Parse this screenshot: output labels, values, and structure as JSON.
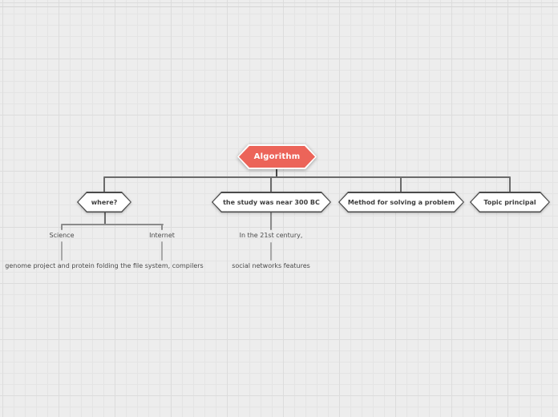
{
  "colors": {
    "canvas_bg": "#ededed",
    "grid_minor": "#e4e4e4",
    "grid_major": "#dcdcdc",
    "root_fill": "#ec6459",
    "root_text": "#ffffff",
    "node_fill": "#ffffff",
    "node_border": "#4b4b4b",
    "node_text": "#3e3e3e",
    "connector": "#6b6b6b",
    "connector_light": "#a8a8a8",
    "label_text": "#4a4a4a"
  },
  "mindmap": {
    "root": {
      "label": "Algorithm"
    },
    "level1": [
      {
        "label": "where?"
      },
      {
        "label": "the study was near 300 BC"
      },
      {
        "label": "Method for solving a problem"
      },
      {
        "label": "Topic principal"
      }
    ],
    "level2": [
      {
        "label": "Science",
        "parent": "where?"
      },
      {
        "label": "Internet",
        "parent": "where?"
      },
      {
        "label": "In the 21st century,",
        "parent": "the study was near 300 BC"
      }
    ],
    "level3": [
      {
        "label": "genome project and protein folding",
        "parent": "Science"
      },
      {
        "label": "the file system, compilers",
        "parent": "Internet"
      },
      {
        "label": "social networks features",
        "parent": "In the 21st century,"
      }
    ]
  }
}
